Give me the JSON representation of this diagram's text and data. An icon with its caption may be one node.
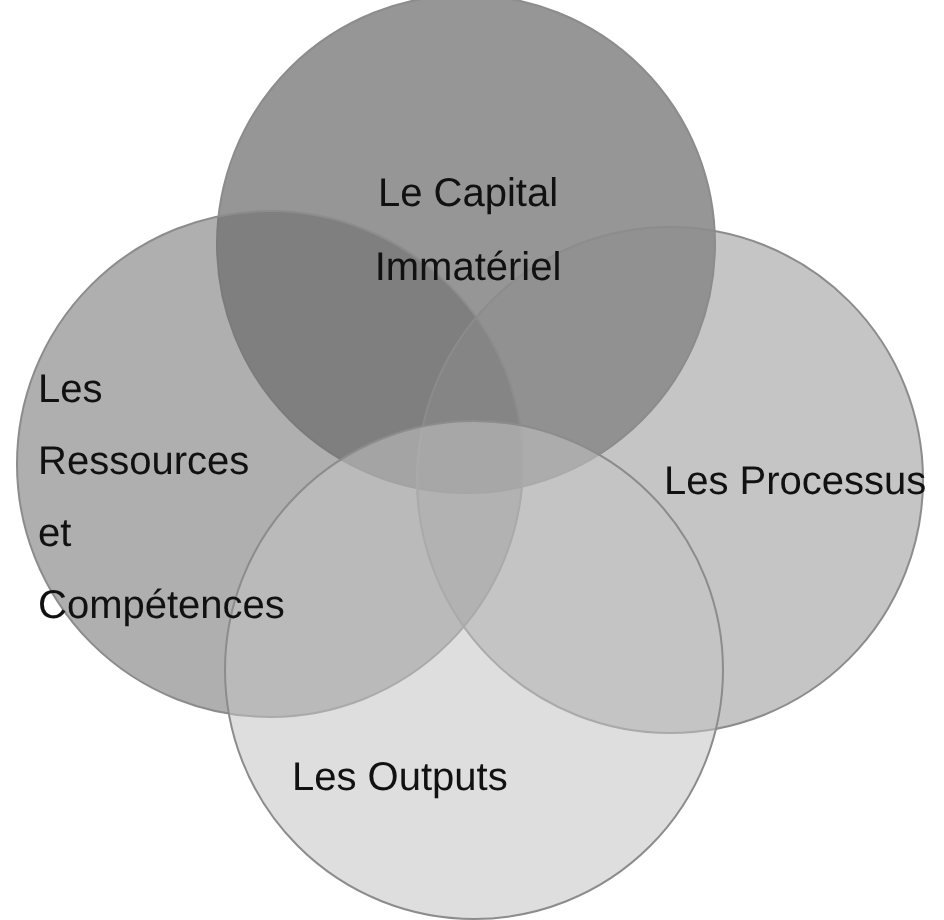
{
  "diagram": {
    "nodes": [
      {
        "text": [
          "Le Capital Immatériel"
        ]
      },
      {
        "text": [
          "Les Ressources et Compétences"
        ]
      },
      {
        "text": [
          "Les Processus"
        ]
      },
      {
        "text": [
          "Les Outputs"
        ]
      }
    ]
  }
}
